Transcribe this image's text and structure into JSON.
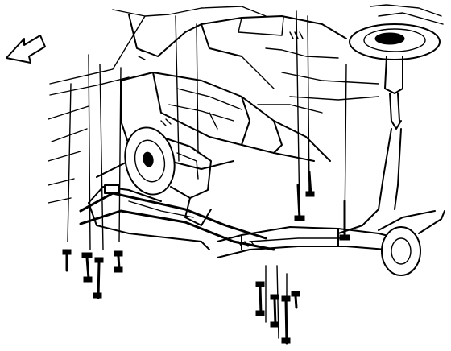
{
  "diagram": {
    "type": "exploded-line-drawing",
    "colors": {
      "line": "#000000",
      "background": "#ffffff"
    },
    "direction_indicator": {
      "icon": "arrow-front-icon",
      "points": "up-left"
    },
    "fastener_groups": [
      {
        "id": "front-left-bolts",
        "count": 4
      },
      {
        "id": "center-bolts",
        "count": 4
      },
      {
        "id": "rear-right-bolts",
        "count": 3
      }
    ]
  }
}
